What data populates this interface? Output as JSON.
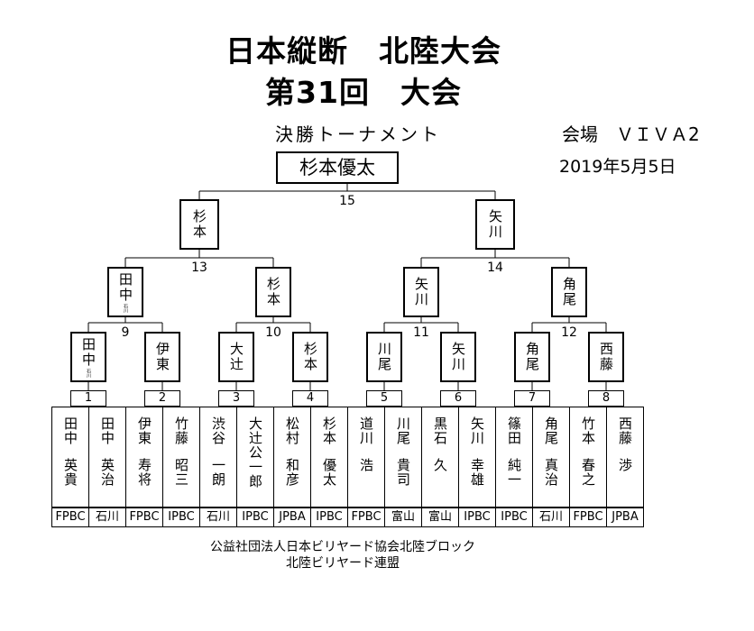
{
  "header": {
    "title1": "日本縦断　北陸大会",
    "title2": "第31回　大会",
    "subtitle": "決勝トーナメント",
    "venue": "会場　ＶＩＶＡ2",
    "date": "2019年5月5日"
  },
  "champion": "杉本優太",
  "rounds": {
    "final": [
      {
        "name": "杉本",
        "match_no": "15"
      },
      {
        "name": "矢川"
      }
    ],
    "semis": [
      {
        "name": "田中",
        "suffix": "石川",
        "match_no": "13"
      },
      {
        "name": "杉本"
      },
      {
        "name": "矢川",
        "match_no": "14"
      },
      {
        "name": "角尾"
      }
    ],
    "quarters": [
      {
        "name": "田中",
        "suffix": "石川",
        "match_no": "9"
      },
      {
        "name": "伊東"
      },
      {
        "name": "大辻",
        "match_no": "10"
      },
      {
        "name": "杉本"
      },
      {
        "name": "川尾",
        "match_no": "11"
      },
      {
        "name": "矢川"
      },
      {
        "name": "角尾",
        "match_no": "12"
      },
      {
        "name": "西藤"
      }
    ]
  },
  "first_round_matches": [
    "1",
    "2",
    "3",
    "4",
    "5",
    "6",
    "7",
    "8"
  ],
  "players": [
    {
      "surname": "田中",
      "given": "英貴",
      "affiliation": "FPBC"
    },
    {
      "surname": "田中",
      "given": "英治",
      "affiliation": "石川"
    },
    {
      "surname": "伊東",
      "given": "寿将",
      "affiliation": "FPBC"
    },
    {
      "surname": "竹藤",
      "given": "昭三",
      "affiliation": "IPBC"
    },
    {
      "surname": "渋谷",
      "given": "一朗",
      "affiliation": "石川"
    },
    {
      "full": "大辻公一郎",
      "affiliation": "IPBC"
    },
    {
      "surname": "松村",
      "given": "和彦",
      "affiliation": "JPBA"
    },
    {
      "surname": "杉本",
      "given": "優太",
      "affiliation": "IPBC"
    },
    {
      "surname": "道川",
      "given": "浩",
      "affiliation": "FPBC"
    },
    {
      "surname": "川尾",
      "given": "貴司",
      "affiliation": "富山"
    },
    {
      "surname": "黒石",
      "given": "久",
      "affiliation": "富山"
    },
    {
      "surname": "矢川",
      "given": "幸雄",
      "affiliation": "IPBC"
    },
    {
      "surname": "篠田",
      "given": "純一",
      "affiliation": "IPBC"
    },
    {
      "surname": "角尾",
      "given": "真治",
      "affiliation": "石川"
    },
    {
      "surname": "竹本",
      "given": "春之",
      "affiliation": "FPBC"
    },
    {
      "surname": "西藤",
      "given": "渉",
      "affiliation": "JPBA"
    }
  ],
  "footer": {
    "line1": "公益社団法人日本ビリヤード協会北陸ブロック",
    "line2": "北陸ビリヤード連盟"
  }
}
